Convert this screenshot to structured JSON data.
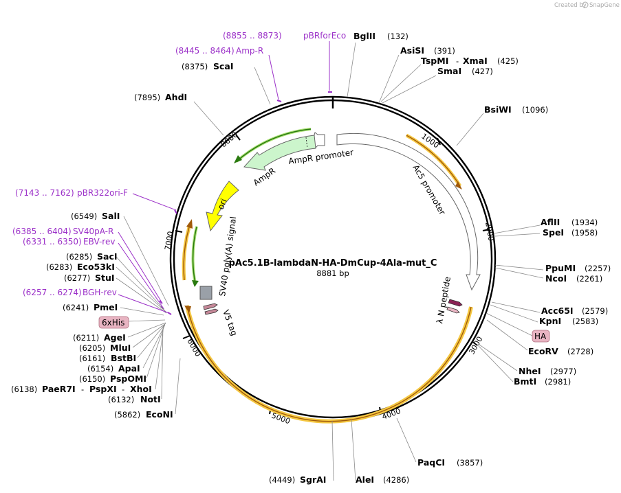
{
  "credit": {
    "text": "Created by",
    "brand": "SnapGene"
  },
  "plasmid": {
    "name": "pAc5.1B-lambdaN-HA-DmCup-4Ala-mut_C",
    "length_label": "8881 bp",
    "length": 8881
  },
  "ticks": [
    "1000",
    "2000",
    "3000",
    "4000",
    "5000",
    "6000",
    "7000",
    "8000"
  ],
  "sites": [
    {
      "name": "BglII",
      "pos": "(132)"
    },
    {
      "name": "AsiSI",
      "pos": "(391)"
    },
    {
      "name": "TspMI",
      "name2": "XmaI",
      "pos2": "(425)"
    },
    {
      "name": "SmaI",
      "pos": "(427)"
    },
    {
      "name": "BsiWI",
      "pos": "(1096)"
    },
    {
      "name": "AflII",
      "pos": "(1934)"
    },
    {
      "name": "SpeI",
      "pos": "(1958)"
    },
    {
      "name": "PpuMI",
      "pos": "(2257)"
    },
    {
      "name": "NcoI",
      "pos": "(2261)"
    },
    {
      "name": "Acc65I",
      "pos": "(2579)"
    },
    {
      "name": "KpnI",
      "pos": "(2583)"
    },
    {
      "name": "EcoRV",
      "pos": "(2728)"
    },
    {
      "name": "NheI",
      "pos": "(2977)"
    },
    {
      "name": "BmtI",
      "pos": "(2981)"
    },
    {
      "name": "PaqCI",
      "pos": "(3857)"
    },
    {
      "name": "AleI",
      "pos": "(4286)"
    },
    {
      "name": "SgrAI",
      "pos": "(4449)"
    },
    {
      "name": "EcoNI",
      "pos": "(5862)"
    },
    {
      "name": "NotI",
      "pos": "(6132)"
    },
    {
      "name": "PaeR7I",
      "name2": "PspXI",
      "name3": "XhoI",
      "pos": "(6138)"
    },
    {
      "name": "PspOMI",
      "pos": "(6150)"
    },
    {
      "name": "ApaI",
      "pos": "(6154)"
    },
    {
      "name": "BstBI",
      "pos": "(6161)"
    },
    {
      "name": "MluI",
      "pos": "(6205)"
    },
    {
      "name": "AgeI",
      "pos": "(6211)"
    },
    {
      "name": "PmeI",
      "pos": "(6241)"
    },
    {
      "name": "StuI",
      "pos": "(6277)"
    },
    {
      "name": "Eco53kI",
      "pos": "(6283)"
    },
    {
      "name": "SacI",
      "pos": "(6285)"
    },
    {
      "name": "SalI",
      "pos": "(6549)"
    },
    {
      "name": "AhdI",
      "pos": "(7895)"
    },
    {
      "name": "ScaI",
      "pos": "(8375)"
    }
  ],
  "primers": [
    {
      "range": "(8855 .. 8873)",
      "name": "pBRforEco"
    },
    {
      "range": "(8445 .. 8464)",
      "name": "Amp-R"
    },
    {
      "range": "(7143 .. 7162)",
      "name": "pBR322ori-F"
    },
    {
      "range": "(6385 .. 6404)",
      "name": "SV40pA-R"
    },
    {
      "range": "(6331 .. 6350)",
      "name": "EBV-rev"
    },
    {
      "range": "(6257 .. 6274)",
      "name": "BGH-rev"
    }
  ],
  "tags": [
    "6xHis",
    "HA"
  ],
  "features": {
    "ampr_promoter": "AmpR promoter",
    "ampr": "AmpR",
    "ori": "ori",
    "ac5_promoter": "Ac5 promoter",
    "sv40": "SV40 poly(A) signal",
    "v5": "V5 tag",
    "lambda_n": "λ N peptide"
  },
  "colors": {
    "backbone": "#000000",
    "orf_fill": "#f5c842",
    "orf_arrow": "#a05a0a",
    "ampr_fill": "#ccf5cc",
    "ori_fill": "#ffff00",
    "primer": "#9b30c8",
    "tag_fill": "#e8b4c2",
    "lambda_fill": "#8a2255",
    "v5_fill": "#c58898",
    "sv40_fill": "#9aa0a8",
    "green_arrow": "#2a7a10"
  }
}
